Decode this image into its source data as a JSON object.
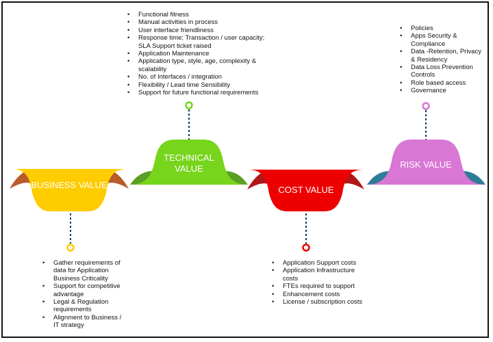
{
  "colors": {
    "business": "#ffcc00",
    "technical": "#77d51c",
    "cost": "#ee0000",
    "risk": "#d977d4",
    "wing_business": "#b85c2a",
    "wing_technical": "#5a9e26",
    "wing_cost": "#b01818",
    "wing_risk": "#2f7c98",
    "connector": "#0a3a63"
  },
  "values": {
    "business": {
      "label": "BUSINESS VALUE"
    },
    "technical": {
      "label_line1": "TECHNICAL",
      "label_line2": "VALUE"
    },
    "cost": {
      "label": "COST VALUE"
    },
    "risk": {
      "label": "RISK VALUE"
    }
  },
  "lists": {
    "technical": [
      "Functional fitness",
      "Manual activities in process",
      "User interface friendliness",
      "Response time; Transaction / user capacity;",
      "SLA Support ticket raised",
      "Application Maintenance",
      "Application type, style, age, complexity &",
      "scalability",
      "No. of Interfaces / integration",
      "Flexibility / Lead time Sensibility",
      "Support for future functional requirements"
    ],
    "risk": [
      "Policies",
      "Apps Security &",
      "Compliance",
      "Data -Retention, Privacy",
      "& Residency",
      "Data Loss Prevention",
      "Controls",
      "Role based access",
      "Governance"
    ],
    "business": [
      "Gather requirements of",
      "data for Application",
      "Business Criticality",
      "Support for competitive",
      "advantage",
      "Legal & Regulation",
      "requirements",
      "Alignment to Business /",
      "IT strategy"
    ],
    "cost": [
      "Application Support costs",
      "Application Infrastructure",
      "costs",
      "FTEs required to support",
      "Enhancement costs",
      "License / subscription costs"
    ]
  }
}
